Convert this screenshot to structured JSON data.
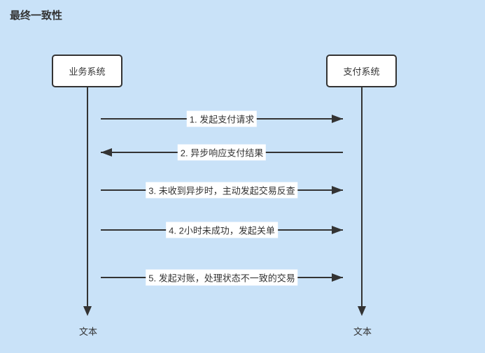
{
  "title": "最终一致性",
  "actors": [
    {
      "id": "business-system",
      "label": "业务系统",
      "endpoint_label": "文本"
    },
    {
      "id": "payment-system",
      "label": "支付系统",
      "endpoint_label": "文本"
    }
  ],
  "messages": [
    {
      "num": "1",
      "label": "1. 发起支付请求",
      "from": "业务系统",
      "to": "支付系统",
      "direction": "right"
    },
    {
      "num": "2",
      "label": "2. 异步响应支付结果",
      "from": "支付系统",
      "to": "业务系统",
      "direction": "left"
    },
    {
      "num": "3",
      "label": "3. 未收到异步时，主动发起交易反查",
      "from": "业务系统",
      "to": "支付系统",
      "direction": "right"
    },
    {
      "num": "4",
      "label": "4. 2小时未成功，发起关单",
      "from": "业务系统",
      "to": "支付系统",
      "direction": "right"
    },
    {
      "num": "5",
      "label": "5. 发起对账，处理状态不一致的交易",
      "from": "业务系统",
      "to": "支付系统",
      "direction": "right"
    }
  ],
  "colors": {
    "canvas_bg": "#c9e2f8",
    "line": "#333333",
    "shape_fill": "#ffffff",
    "shape_border": "#333333",
    "text": "#333333"
  }
}
